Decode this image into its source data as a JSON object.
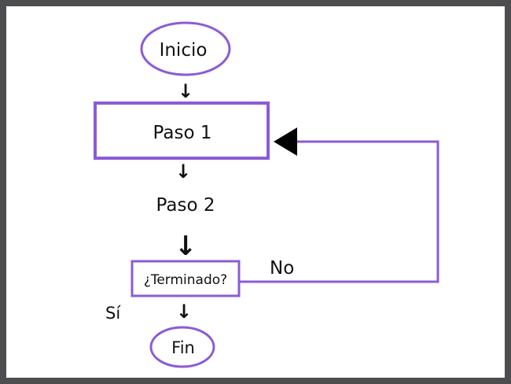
{
  "diagram": {
    "colors": {
      "accent": "#8c5bd6",
      "frame": "#4d4d4f",
      "text": "#111111",
      "arrowhead": "#000000"
    },
    "nodes": {
      "start": "Inicio",
      "step1": "Paso 1",
      "step2": "Paso 2",
      "decision": "¿Terminado?",
      "end": "Fin"
    },
    "edge_labels": {
      "no": "No",
      "yes": "Sí"
    },
    "arrow_glyph": "↓"
  }
}
